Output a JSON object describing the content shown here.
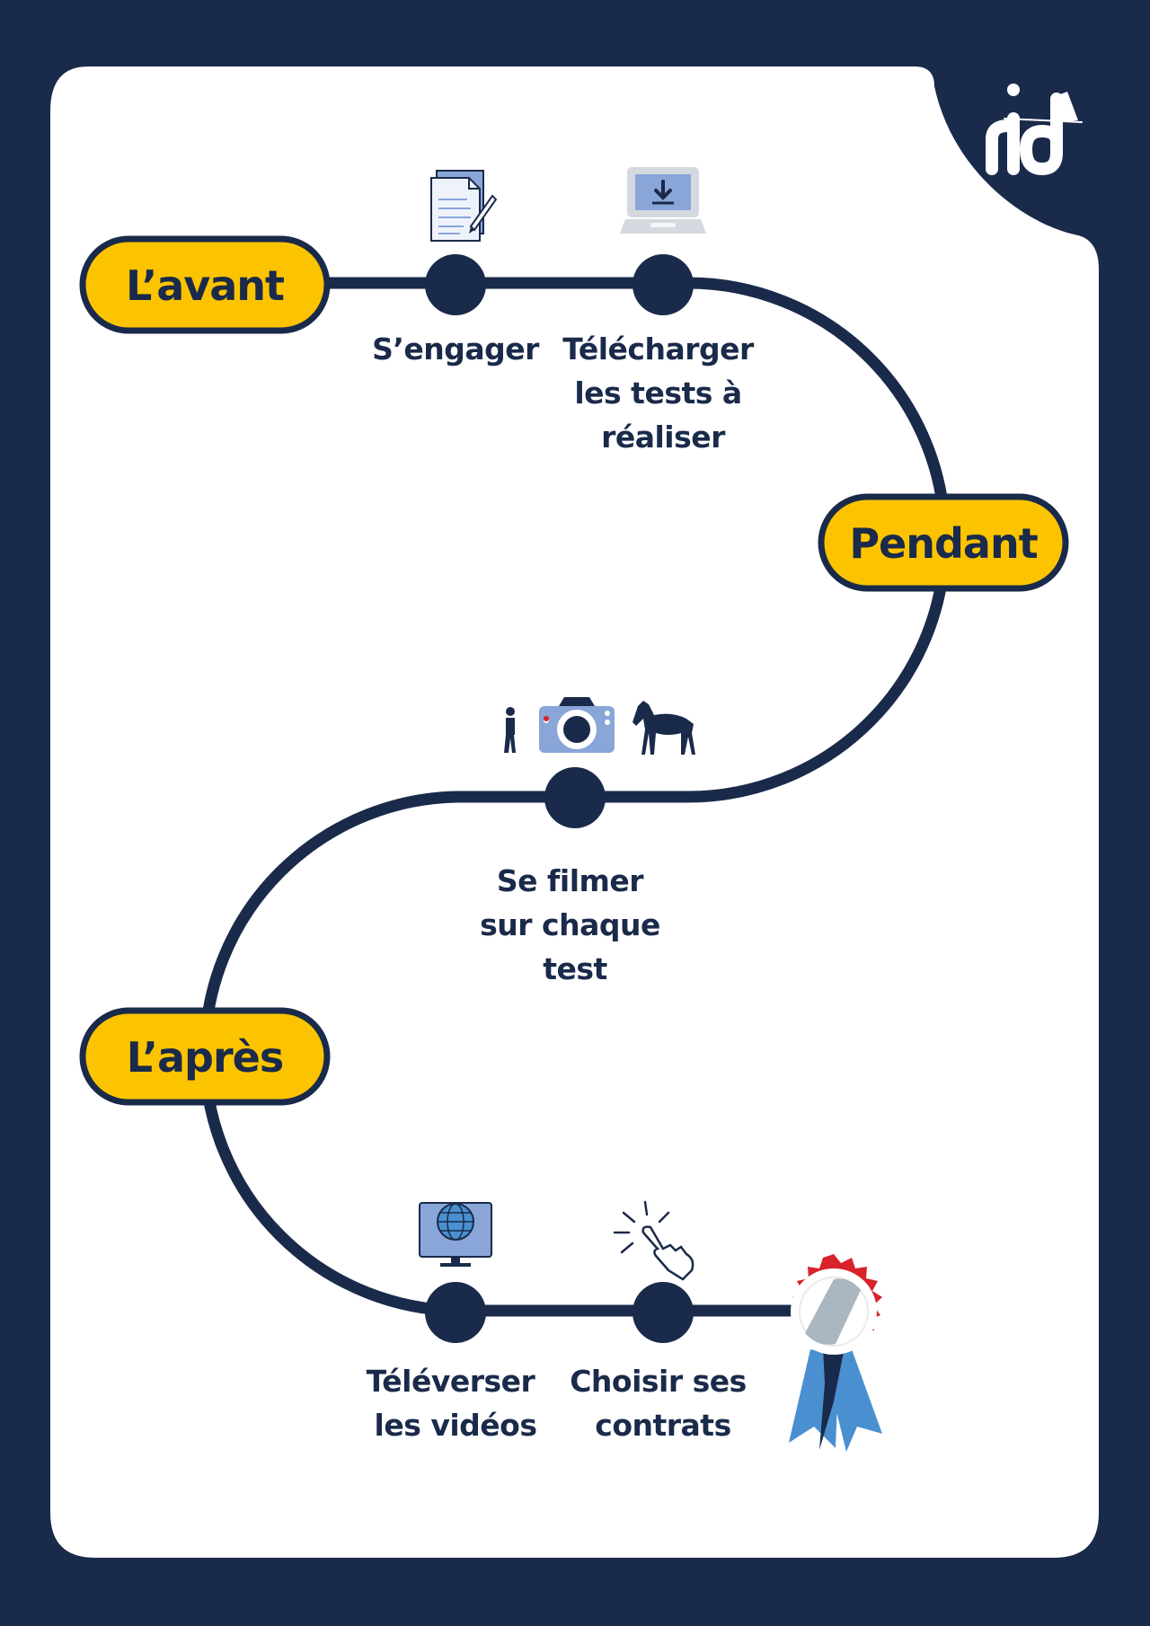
{
  "colors": {
    "navy": "#1a2a4a",
    "yellow": "#fcc400",
    "white": "#ffffff",
    "icon_blue": "#8aa5d8",
    "ribbon_red": "#d8232a",
    "ribbon_blue": "#4a90d0"
  },
  "phases": [
    {
      "label": "L’avant"
    },
    {
      "label": "Pendant"
    },
    {
      "label": "L’après"
    }
  ],
  "steps": [
    {
      "lines": [
        "S’engager"
      ],
      "icon": "document-pen-icon"
    },
    {
      "lines": [
        "Télécharger",
        "les tests à",
        "réaliser"
      ],
      "icon": "laptop-download-icon"
    },
    {
      "lines": [
        "Se filmer",
        "sur chaque",
        "test"
      ],
      "icon": "camera-person-horse-icon"
    },
    {
      "lines": [
        "Téléverser",
        "les vidéos"
      ],
      "icon": "monitor-globe-icon"
    },
    {
      "lines": [
        "Choisir ses",
        "contrats"
      ],
      "icon": "pointer-hand-click-icon"
    }
  ],
  "final_icon": "award-rosette-icon",
  "logo_icon": "rid-logo-icon"
}
